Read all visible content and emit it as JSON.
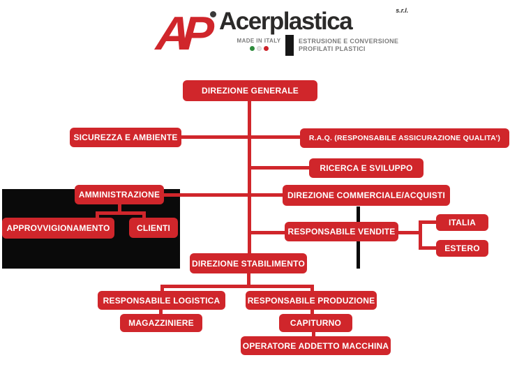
{
  "colors": {
    "red": "#d0262b",
    "dark": "#2b2a29",
    "gray": "#7c7c7c",
    "black": "#0a0a0a",
    "flag_green": "#2e8b3c",
    "flag_white": "#e3e3e3",
    "flag_red": "#cc2229"
  },
  "logo": {
    "monogram": "AP",
    "wordmark": "Acerplastica",
    "suffix": "s.r.l.",
    "made_in": "MADE IN ITALY",
    "tagline_line1": "ESTRUSIONE E CONVERSIONE",
    "tagline_line2": "PROFILATI PLASTICI"
  },
  "org": {
    "nodes": [
      {
        "id": "direzione-generale",
        "label": "DIREZIONE GENERALE"
      },
      {
        "id": "sicurezza-ambiente",
        "label": "SICUREZZA E AMBIENTE"
      },
      {
        "id": "raq",
        "label": "R.A.Q. (RESPONSABILE ASSICURAZIONE QUALITA’)"
      },
      {
        "id": "ricerca-sviluppo",
        "label": "RICERCA E SVILUPPO"
      },
      {
        "id": "amministrazione",
        "label": "AMMINISTRAZIONE"
      },
      {
        "id": "direzione-commerciale",
        "label": "DIREZIONE COMMERCIALE/ACQUISTI"
      },
      {
        "id": "approvvigionamento",
        "label": "APPROVVIGIONAMENTO"
      },
      {
        "id": "clienti",
        "label": "CLIENTI"
      },
      {
        "id": "responsabile-vendite",
        "label": "RESPONSABILE VENDITE"
      },
      {
        "id": "italia",
        "label": "ITALIA"
      },
      {
        "id": "estero",
        "label": "ESTERO"
      },
      {
        "id": "direzione-stabilimento",
        "label": "DIREZIONE STABILIMENTO"
      },
      {
        "id": "responsabile-logistica",
        "label": "RESPONSABILE LOGISTICA"
      },
      {
        "id": "responsabile-produzione",
        "label": "RESPONSABILE PRODUZIONE"
      },
      {
        "id": "magazziniere",
        "label": "MAGAZZINIERE"
      },
      {
        "id": "capiturno",
        "label": "CAPITURNO"
      },
      {
        "id": "operatore-macchina",
        "label": "OPERATORE ADDETTO MACCHINA"
      }
    ]
  }
}
